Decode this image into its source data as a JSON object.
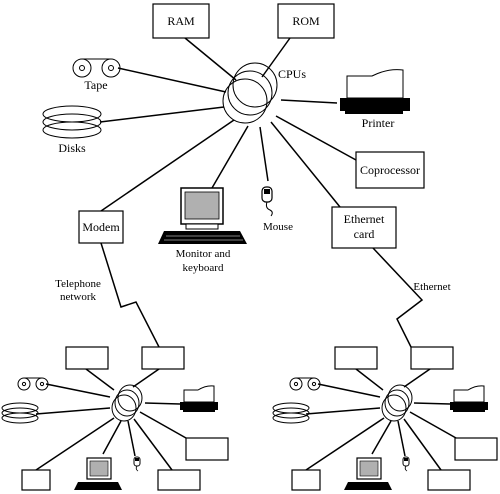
{
  "labels": {
    "ram": "RAM",
    "rom": "ROM",
    "cpus": "CPUs",
    "tape": "Tape",
    "disks": "Disks",
    "printer": "Printer",
    "coprocessor": "Coprocessor",
    "modem": "Modem",
    "ethernet_card_1": "Ethernet",
    "ethernet_card_2": "card",
    "mouse": "Mouse",
    "monitor_1": "Monitor and",
    "monitor_2": "keyboard",
    "telephone_1": "Telephone",
    "telephone_2": "network",
    "ethernet": "Ethernet"
  },
  "icons": [
    "cpu-cluster-icon",
    "tape-icon",
    "disks-icon",
    "printer-icon",
    "monitor-keyboard-icon",
    "mouse-icon"
  ]
}
